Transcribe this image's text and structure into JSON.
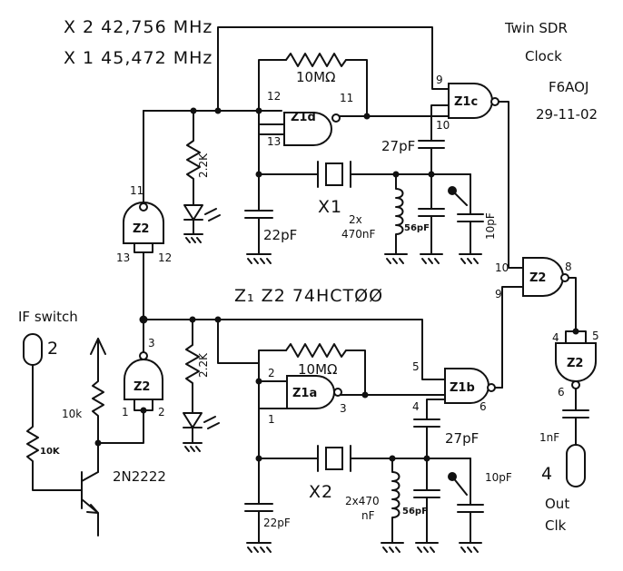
{
  "header": {
    "freq_x2": "X 2   42,756 MHz",
    "freq_x1": "X 1   45,472 MHz",
    "title_line1": "Twin SDR",
    "title_line2": "Clock",
    "author": "F6AOJ",
    "date": "29-11-02"
  },
  "chips": {
    "label": "Z₁ Z2   74HCTØØ"
  },
  "gates": {
    "z1d": "Z1d",
    "z1c": "Z1c",
    "z1a": "Z1a",
    "z1b": "Z1b",
    "z2_top": "Z2",
    "z2_mid": "Z2",
    "z2_right": "Z2",
    "z2_out": "Z2"
  },
  "pins": {
    "z1d_in_a": "12",
    "z1d_in_b": "13",
    "z1d_out": "11",
    "z1c_in_a": "9",
    "z1c_in_b": "10",
    "z2_top_a": "11",
    "z2_top_b": "13",
    "z2_top_c": "12",
    "z2_right_a": "10",
    "z2_right_b": "9",
    "z2_right_out": "8",
    "z2_mid_out": "3",
    "z2_mid_a": "1",
    "z2_mid_b": "2",
    "z1a_in_a": "2",
    "z1a_in_b": "1",
    "z1a_out": "3",
    "z1b_in_a": "5",
    "z1b_in_b": "4",
    "z1b_out": "6",
    "z2_out_a": "4",
    "z2_out_b": "5",
    "z2_out_out": "6"
  },
  "components": {
    "r_top": "10MΩ",
    "r_bot": "10MΩ",
    "r_led_top": "2.2K",
    "r_led_bot": "2.2K",
    "c_27_top": "27pF",
    "c_27_bot": "27pF",
    "c_22_top": "22pF",
    "c_22_bot": "22pF",
    "crystal_top": "X1",
    "crystal_bot": "X2",
    "coil_top_a": "2x",
    "coil_top_b": "470nF",
    "coil_bot": "2x470",
    "coil_bot_b": "nF",
    "c_56_top": "56pF",
    "c_56_bot": "56pF",
    "trim_top": "10pF",
    "trim_bot": "10pF",
    "c_out": "1nF",
    "r_pullup": "10k",
    "r_base": "10K",
    "transistor": "2N2222"
  },
  "connectors": {
    "if_switch_label": "IF switch",
    "if_switch_num": "2",
    "out_num": "4",
    "out_label1": "Out",
    "out_label2": "Clk"
  }
}
